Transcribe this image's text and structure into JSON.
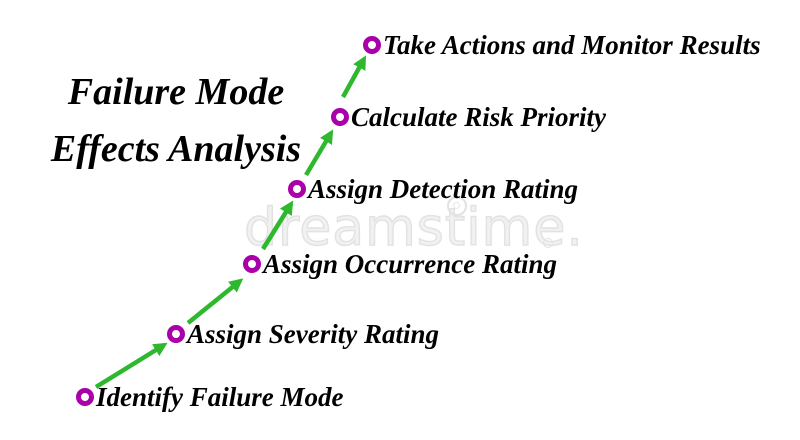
{
  "title": {
    "line1": "Failure Mode",
    "line2": "Effects Analysis"
  },
  "steps": [
    {
      "label": "Identify Failure Mode"
    },
    {
      "label": "Assign Severity Rating"
    },
    {
      "label": "Assign Occurrence Rating"
    },
    {
      "label": "Assign Detection Rating"
    },
    {
      "label": "Calculate Risk Priority"
    },
    {
      "label": "Take Actions and Monitor Results"
    }
  ],
  "watermark": {
    "text": "dreamstime."
  },
  "colors": {
    "background": "#ffffff",
    "text": "#000000",
    "step_marker": "#aa00aa",
    "arrow": "#2eb82e",
    "watermark": "#e2e2e2"
  }
}
